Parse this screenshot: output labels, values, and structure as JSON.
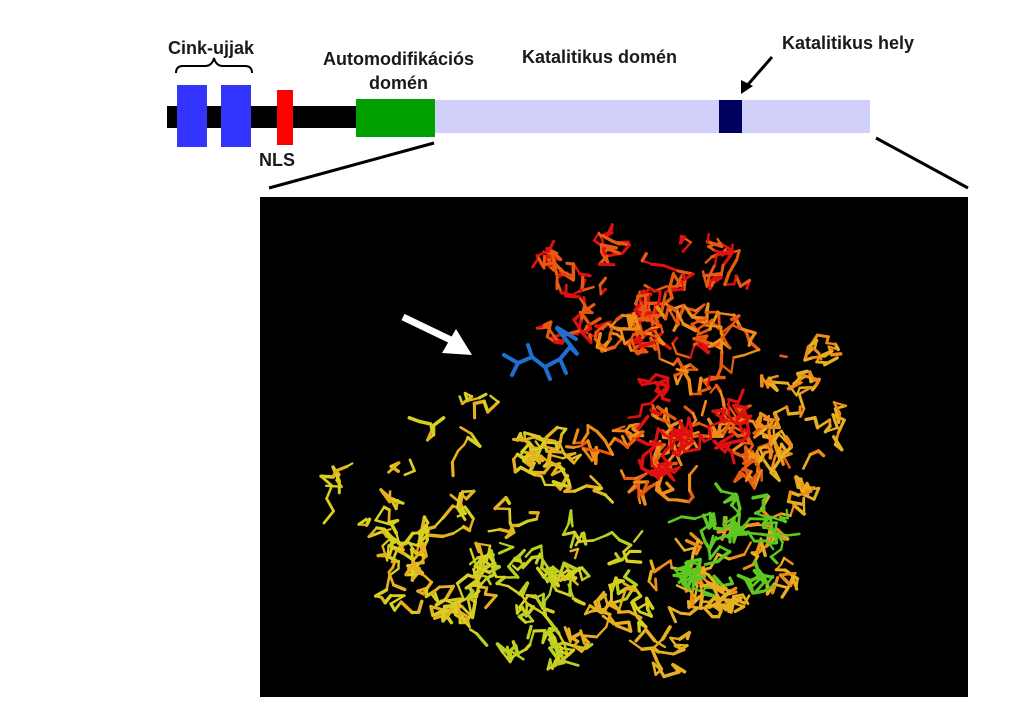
{
  "domain_map": {
    "labels": {
      "zinc_fingers": "Cink-ujjak",
      "automod_line1": "Automodifikációs",
      "automod_line2": "domén",
      "catalytic_domain": "Katalitikus domén",
      "catalytic_site": "Katalitikus hely",
      "nls": "NLS"
    },
    "colors": {
      "backbone": "#000000",
      "zinc_finger": "#3434ff",
      "nls": "#ff0000",
      "automod": "#00a000",
      "catalytic": "#d0d0fa",
      "catalytic_site": "#000060"
    }
  },
  "structure": {
    "colors": {
      "background": "#000000",
      "ligand": "#1e6fd0",
      "arrow": "#ffffff",
      "palette": [
        "#e01010",
        "#e85a10",
        "#f08c18",
        "#e6b020",
        "#d8d020",
        "#b8d020",
        "#5cc820"
      ]
    }
  }
}
